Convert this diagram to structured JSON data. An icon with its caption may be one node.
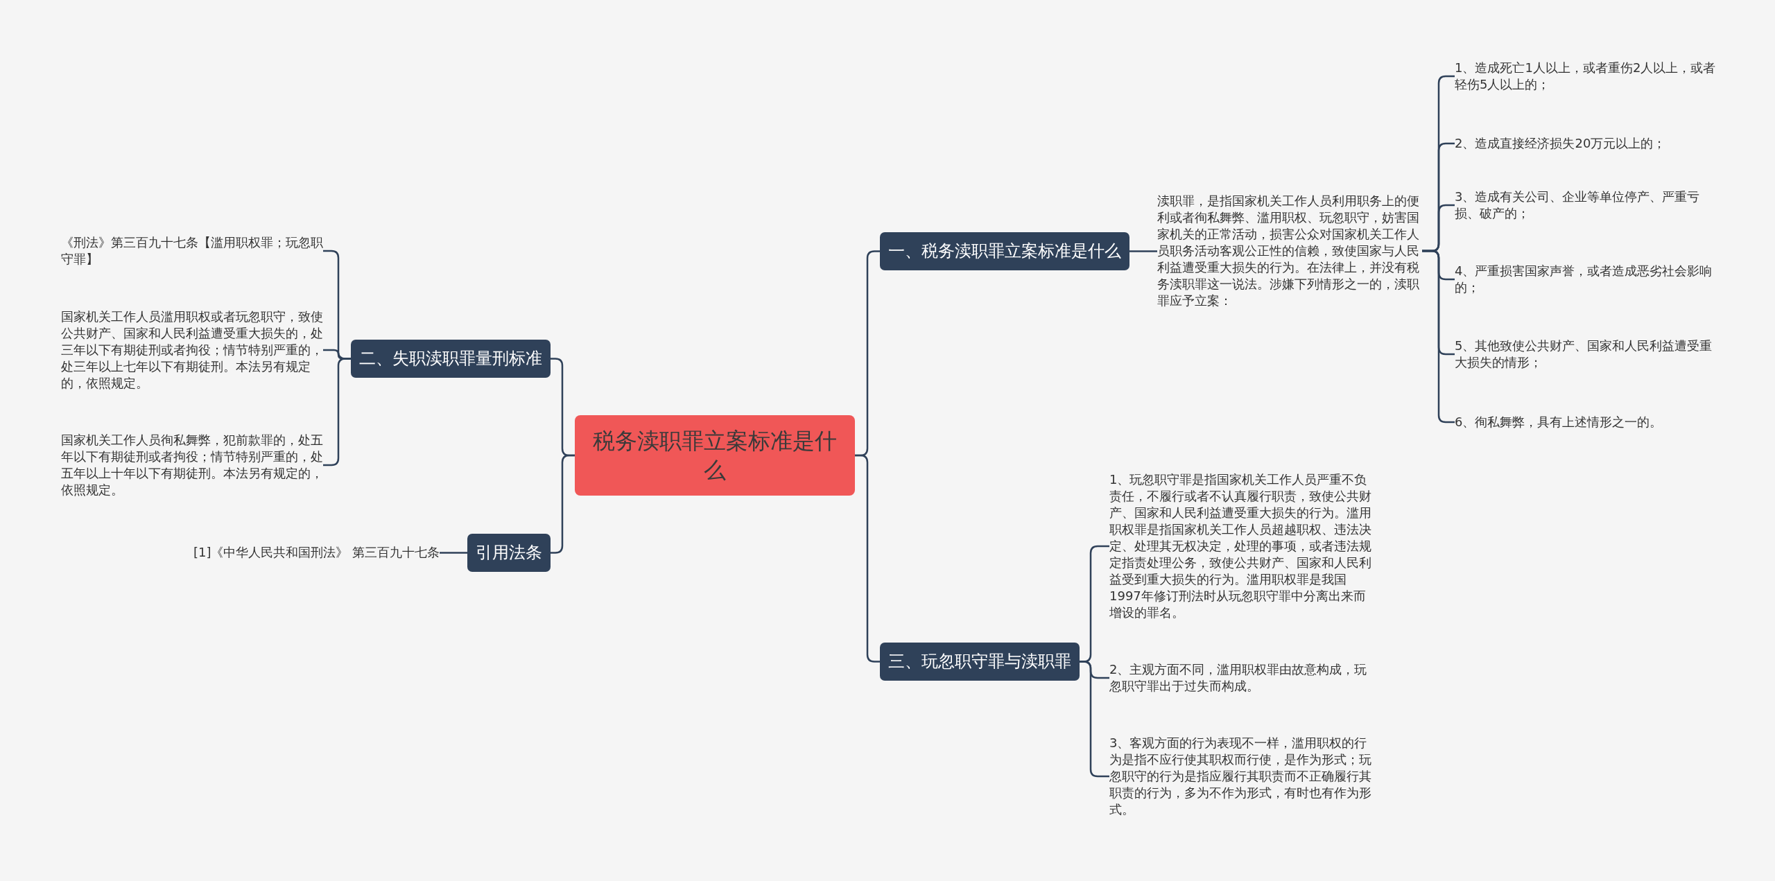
{
  "diagram": {
    "nodes": [
      {
        "text": [
          "税务渎职罪立案标准是什么"
        ]
      },
      {
        "text": [
          "一、税务渎职罪立案标准是什么"
        ]
      },
      {
        "text": [
          "渎职罪，是指国家机关工作人员利用职务上的便利或者徇私舞弊、滥用职权、玩忽职守，妨害国家机关的正常活动，损害公众对国家机关工作人员职务活动客观公正性的信赖，致使国家与人民利益遭受重大损失的行为。在法律上，并没有税务渎职罪这一说法。涉嫌下列情形之一的，渎职罪应予立案："
        ]
      },
      {
        "text": [
          "1、造成死亡1人以上，或者重伤2人以上，或者轻伤5人以上的；"
        ]
      },
      {
        "text": [
          "2、造成直接经济损失20万元以上的；"
        ]
      },
      {
        "text": [
          "3、造成有关公司、企业等单位停产、严重亏损、破产的；"
        ]
      },
      {
        "text": [
          "4、严重损害国家声誉，或者造成恶劣社会影响的；"
        ]
      },
      {
        "text": [
          "5、其他致使公共财产、国家和人民利益遭受重大损失的情形；"
        ]
      },
      {
        "text": [
          "6、徇私舞弊，具有上述情形之一的。"
        ]
      },
      {
        "text": [
          "二、失职渎职罪量刑标准"
        ]
      },
      {
        "text": [
          "《刑法》第三百九十七条【滥用职权罪；玩忽职守罪】"
        ]
      },
      {
        "text": [
          "国家机关工作人员滥用职权或者玩忽职守，致使公共财产、国家和人民利益遭受重大损失的，处三年以下有期徒刑或者拘役；情节特别严重的，处三年以上七年以下有期徒刑。本法另有规定的，依照规定。"
        ]
      },
      {
        "text": [
          "国家机关工作人员徇私舞弊，犯前款罪的，处五年以下有期徒刑或者拘役；情节特别严重的，处五年以上十年以下有期徒刑。本法另有规定的，依照规定。"
        ]
      },
      {
        "text": [
          "引用法条"
        ]
      },
      {
        "text": [
          "[1]《中华人民共和国刑法》 第三百九十七条"
        ]
      },
      {
        "text": [
          "三、玩忽职守罪与渎职罪"
        ]
      },
      {
        "text": [
          "1、玩忽职守罪是指国家机关工作人员严重不负责任，不履行或者不认真履行职责，致使公共财产、国家和人民利益遭受重大损失的行为。滥用职权罪是指国家机关工作人员超越职权、违法决定、处理其无权决定，处理的事项，或者违法规定指责处理公务，致使公共财产、国家和人民利益受到重大损失的行为。滥用职权罪是我国1997年修订刑法时从玩忽职守罪中分离出来而增设的罪名。"
        ]
      },
      {
        "text": [
          "2、主观方面不同，滥用职权罪由故意构成，玩忽职守罪出于过失而构成。"
        ]
      },
      {
        "text": [
          "3、客观方面的行为表现不一样，滥用职权的行为是指不应行使其职权而行使，是作为形式；玩忽职守的行为是指应履行其职责而不正确履行其职责的行为，多为不作为形式，有时也有作为形式。"
        ]
      }
    ],
    "edges": [
      {
        "from": 0,
        "to": 1,
        "arrow": "none"
      },
      {
        "from": 1,
        "to": 2,
        "arrow": "none"
      },
      {
        "from": 2,
        "to": 3,
        "arrow": "none"
      },
      {
        "from": 2,
        "to": 4,
        "arrow": "none"
      },
      {
        "from": 2,
        "to": 5,
        "arrow": "none"
      },
      {
        "from": 2,
        "to": 6,
        "arrow": "none"
      },
      {
        "from": 2,
        "to": 7,
        "arrow": "none"
      },
      {
        "from": 2,
        "to": 8,
        "arrow": "none"
      },
      {
        "from": 0,
        "to": 9,
        "arrow": "none"
      },
      {
        "from": 9,
        "to": 10,
        "arrow": "none"
      },
      {
        "from": 9,
        "to": 11,
        "arrow": "none"
      },
      {
        "from": 9,
        "to": 12,
        "arrow": "none"
      },
      {
        "from": 0,
        "to": 13,
        "arrow": "none"
      },
      {
        "from": 13,
        "to": 14,
        "arrow": "none"
      },
      {
        "from": 0,
        "to": 15,
        "arrow": "none"
      },
      {
        "from": 15,
        "to": 16,
        "arrow": "none"
      },
      {
        "from": 15,
        "to": 17,
        "arrow": "none"
      },
      {
        "from": 15,
        "to": 18,
        "arrow": "none"
      }
    ]
  }
}
